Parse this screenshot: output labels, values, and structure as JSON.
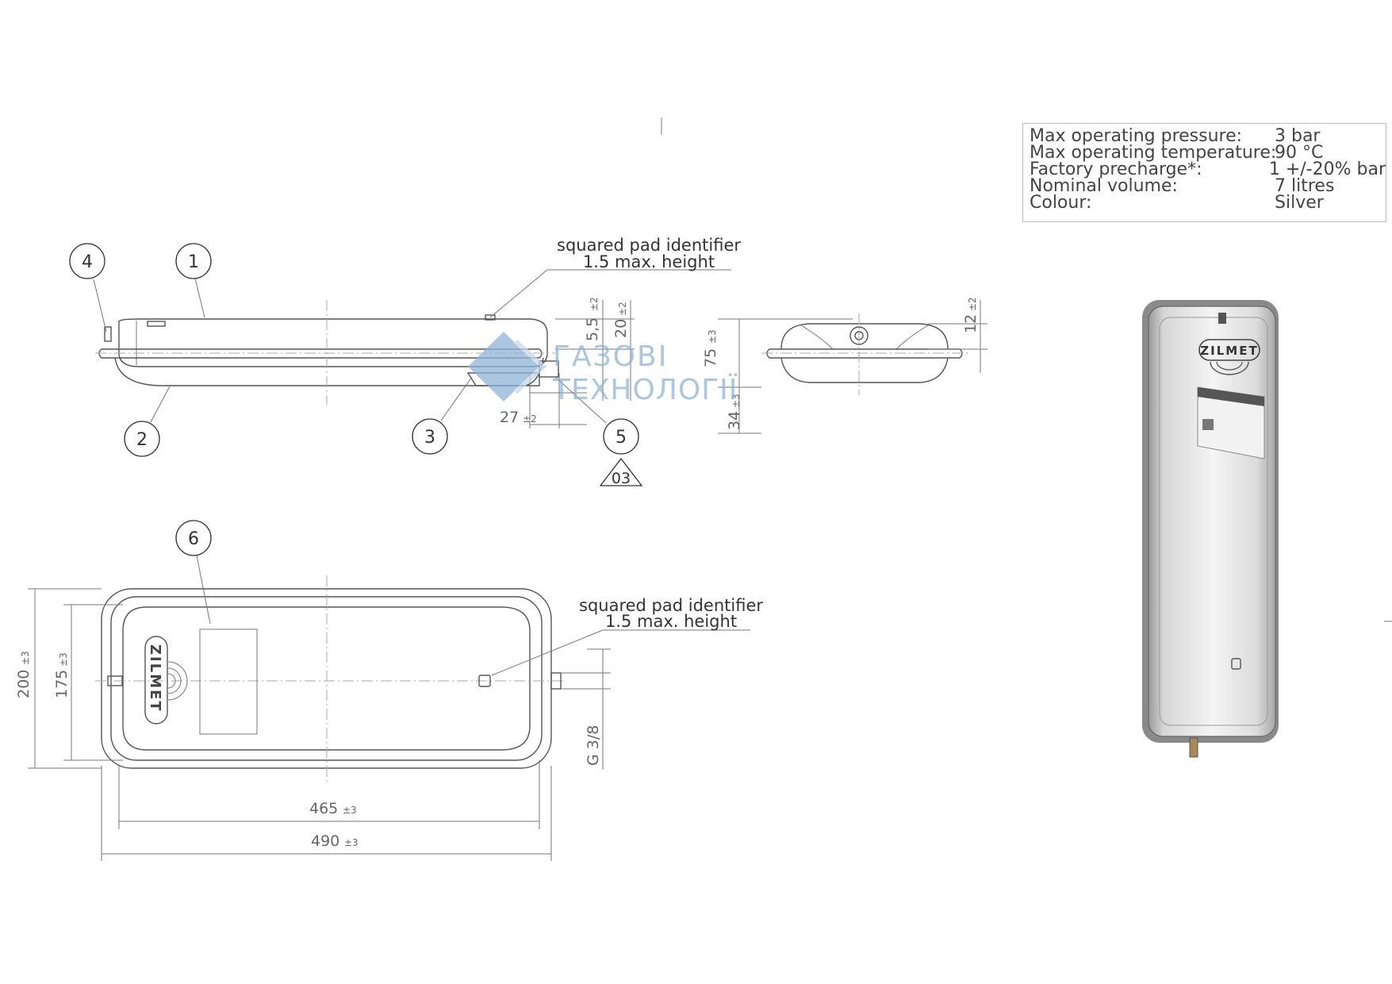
{
  "specs": [
    {
      "label": "Max operating pressure:",
      "value": "3 bar"
    },
    {
      "label": "Max operating temperature:",
      "value": "90 °C"
    },
    {
      "label": "Factory precharge*:",
      "value": "1 +/-20% bar"
    },
    {
      "label": "Nominal volume:",
      "value": "7 litres"
    },
    {
      "label": "Colour:",
      "value": "Silver"
    }
  ],
  "callouts": {
    "c1": "1",
    "c2": "2",
    "c3": "3",
    "c4": "4",
    "c5": "5",
    "c6": "6",
    "revision": "03"
  },
  "notes": {
    "pad_line1": "squared pad identifier",
    "pad_line2": "1.5 max. height"
  },
  "dimensions": {
    "d_5_5": "5,5",
    "d_5_5_tol": "±2",
    "d_20": "20",
    "d_20_tol": "±2",
    "d_27": "27",
    "d_27_tol": "±2",
    "d_75": "75",
    "d_75_tol": "±3",
    "d_34": "34",
    "d_34_tol": "±3",
    "d_12": "12",
    "d_12_tol": "±2",
    "d_200": "200",
    "d_200_tol": "±3",
    "d_175": "175",
    "d_175_tol": "±3",
    "d_465": "465",
    "d_465_tol": "±3",
    "d_490": "490",
    "d_490_tol": "±3",
    "thread": "G 3/8"
  },
  "brand": "ZILMET",
  "watermark": {
    "line1": "ГАЗОВІ",
    "line2": "ТЕХНОЛОГІЇ"
  },
  "colors": {
    "line": "#555555",
    "watermark": "#8fb3d6",
    "tank": "#e6e6e6"
  }
}
